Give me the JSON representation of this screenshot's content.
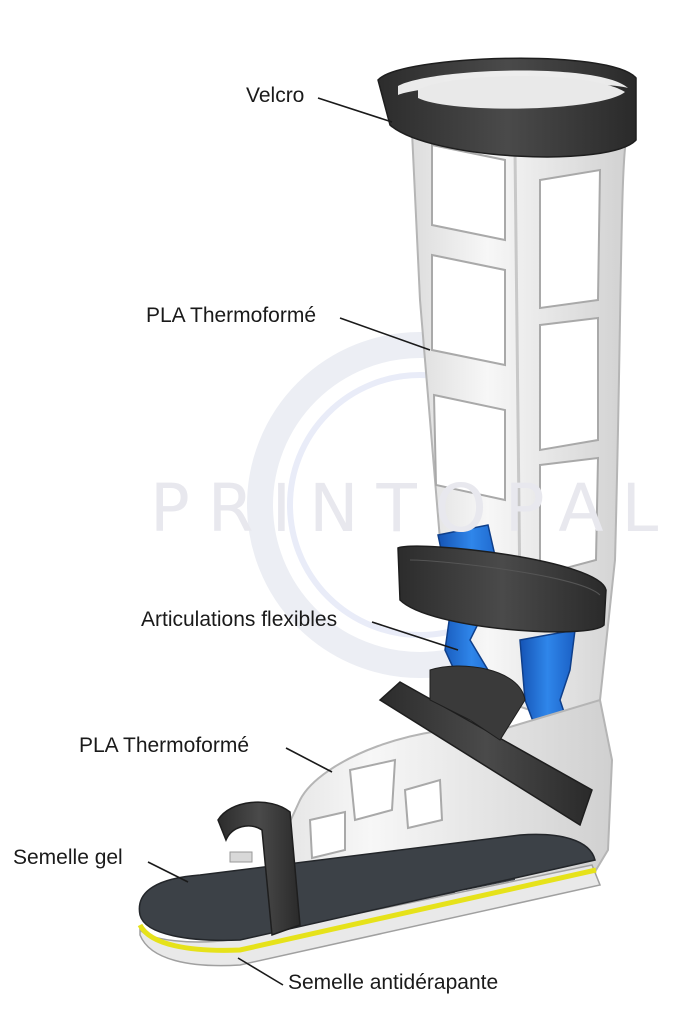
{
  "watermark": {
    "text": "PRINTOPAL"
  },
  "labels": {
    "velcro": "Velcro",
    "pla_top": "PLA Thermoformé",
    "articulations": "Articulations flexibles",
    "pla_bottom": "PLA Thermoformé",
    "semelle_gel": "Semelle gel",
    "semelle_antiderapante": "Semelle antidérapante"
  },
  "colors": {
    "shell": "#f2f2f2",
    "shell_edge": "#b9b9b9",
    "strap": "#3a3a3a",
    "joint": "#1f6fd6",
    "insole": "#3c4147",
    "gel": "#e6e21a",
    "watermark": "#e4e6ef"
  }
}
